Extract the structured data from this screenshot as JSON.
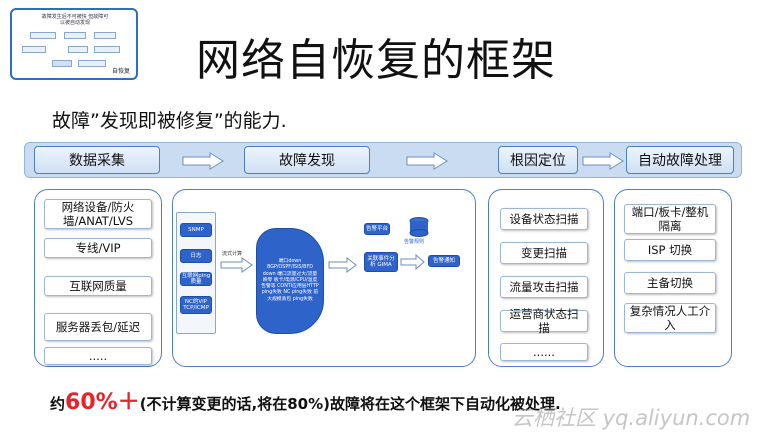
{
  "slide_title": "网络自恢复的框架",
  "subtitle": "故障”发现即被修复”的能力.",
  "thumbnail": {
    "text": "故障发生后不可被快 但故障可以被自动发现",
    "tag": "自恢复"
  },
  "pipeline": [
    {
      "label": "数据采集"
    },
    {
      "label": "故障发现"
    },
    {
      "label": "根因定位"
    },
    {
      "label": "自动故障处理"
    }
  ],
  "data_collection": [
    "网络设备/防火墙/ANAT/LVS",
    "专线/VIP",
    "互联网质量",
    "服务器丢包/延迟",
    "....."
  ],
  "fault_discovery": {
    "sources": [
      "SNMP",
      "日志",
      "互联网ping质量",
      "NC的VIP TCP/ICMP"
    ],
    "flow_label": "流式计算",
    "rules": "端口down BGP/OSPF/ISIS/BFD down 端口流量过大/流量跌零 板卡/电源/CPU/温度告警等 CONTI应用层HTTP ping失败 NC ping失败 前大规模丢包 ping失败",
    "alarm_platform": "告警平台",
    "correlation": "关联事件分析 GIMA",
    "alarm_notice": "告警通知",
    "storage": "告警规则"
  },
  "root_cause": [
    "设备状态扫描",
    "变更扫描",
    "流量攻击扫描",
    "运营商状态扫描",
    "......"
  ],
  "auto_handling": [
    "端口/板卡/整机隔离",
    "ISP 切换",
    "主备切换",
    "复杂情况人工介入"
  ],
  "footer": {
    "prefix": "约",
    "percent": "60%＋",
    "text": "(不计算变更的话,将在80%)故障将在这个框架下自动化被处理."
  },
  "watermark": "云栖社区 yq.aliyun.com",
  "colors": {
    "accent": "#2e63c9",
    "band": "#c9dcf2",
    "highlight": "#e8232a"
  }
}
